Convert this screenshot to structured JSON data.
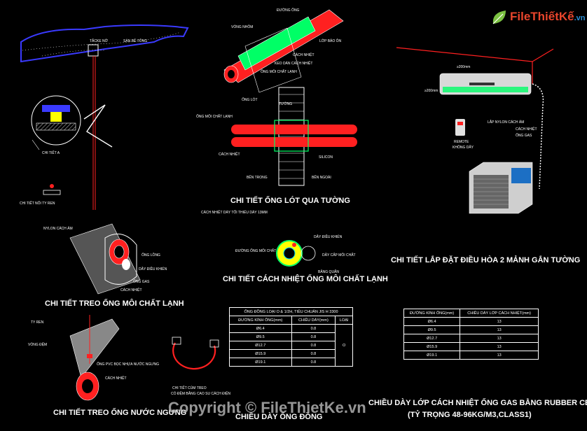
{
  "logo": {
    "text": "FileThiếtKế",
    "suffix": ".vn"
  },
  "watermark": "Copyright © FileThietKe.vn",
  "titles": {
    "hanger_refrigerant": "CHI TIẾT TREO ỐNG MÔI CHẤT LẠNH",
    "wall_sleeve": "CHI TIẾT ỐNG LÓT QUA TƯỜNG",
    "insulation": "CHI TIẾT CÁCH NHIỆT ỐNG MÔI CHẤT LẠNH",
    "split_install": "CHI TIẾT LẮP ĐẶT ĐIỀU HÒA 2 MẢNH GẮN TƯỜNG",
    "condensate_hanger": "CHI TIẾT TREO ỐNG NƯỚC NGƯNG",
    "copper_thickness": "CHIỀU DÀY ỐNG ĐỒNG",
    "rubber_insulation": "CHIỀU DÀY LỚP CÁCH NHIỆT ỐNG GAS BẰNG RUBBER CELL",
    "rubber_insulation_sub": "(TỶ TRỌNG 48-96KG/M3,CLASS1)"
  },
  "labels": {
    "ceiling_anchor": "TẮCKE NỞ",
    "concrete_floor": "SÀN BÊ TÔNG",
    "detail_a": "CHI TIẾT A",
    "threaded_rod_joint": "CHI TIẾT NỐI TY REN",
    "nylon_moisture": "NYLON CÁCH ẨM",
    "pipe_clamp": "ỐNG LỒNG",
    "control_wire": "DÂY ĐIỀU KHIỂN",
    "gas_pipe": "ỐNG GAS",
    "insulation_label": "CÁCH NHIỆT",
    "copper_pipe": "ĐƯỜNG ỐNG",
    "foam_ring": "VÒNG NHÔM",
    "insulation_layer": "LỚP BẢO ÔN",
    "adhesive_insulation": "KEO DÁN CÁCH NHIỆT",
    "insulation2": "CÁCH NHIỆT",
    "refrigerant_pipe": "ỐNG MÔI CHẤT LẠNH",
    "sleeve": "ỐNG LÓT",
    "wall": "TƯỜNG",
    "refrigerant_pipe2": "ỐNG MÔI CHẤT LẠNH",
    "insulation3": "CÁCH NHIỆT",
    "silicon": "SILICON",
    "inside": "BÊN TRONG",
    "outside": "BÊN NGOÀI",
    "min_insul": "CÁCH NHIỆT DÀY TỐI THIỂU DÀY 13MM",
    "refrig_pipe3": "ĐƯỜNG ỐNG MÔI CHẤT",
    "control_wire2": "DÂY ĐIỀU KHIỂN",
    "power_cable": "DÂY CẤP MÔI CHẤT",
    "wrap_tape": "BĂNG QUẤN",
    "clearance_top": "≥200mm",
    "clearance_side": "≥200mm",
    "nylon_wrap": "LẮP NYLON CÁCH ẨM",
    "insul_outer": "CÁCH NHIỆT",
    "gas_pipe2": "ỐNG GAS",
    "remote": "REMOTE",
    "wireless": "KHÔNG DÂY",
    "threaded_rod": "TY REN",
    "washer": "VÒNG ĐỆM",
    "pvc_pipe": "ỐNG PVC BỌC NHỰA NƯỚC NGƯNG",
    "insulation4": "CÁCH NHIỆT",
    "clamp_note1": "CHI TIẾT CÙM TREO",
    "clamp_note2": "CÓ ĐỆM BẰNG CAO SU CÁCH ĐIỆN"
  },
  "table_copper": {
    "caption": "ỐNG ĐỒNG LOẠI O & 1/2H, TIÊU CHUẨN JIS H 3300",
    "headers": [
      "ĐƯỜNG KÍNH ỐNG(mm)",
      "CHIỀU DÀY(mm)",
      "LOẠI"
    ],
    "rows": [
      [
        "Ø6.4",
        "0.8"
      ],
      [
        "Ø9.5",
        "0.8"
      ],
      [
        "Ø12.7",
        "0.8"
      ],
      [
        "Ø15.9",
        "0.8"
      ],
      [
        "Ø19.1",
        "0.8"
      ]
    ],
    "type_value": "O"
  },
  "table_rubber": {
    "headers": [
      "ĐƯỜNG KÍNH ỐNG(mm)",
      "CHIỀU DÀY LỚP CÁCH NHIỆT(mm)"
    ],
    "rows": [
      [
        "Ø6.4",
        "13"
      ],
      [
        "Ø9.5",
        "13"
      ],
      [
        "Ø12.7",
        "13"
      ],
      [
        "Ø15.9",
        "13"
      ],
      [
        "Ø19.1",
        "13"
      ]
    ]
  },
  "colors": {
    "red": "#ff2020",
    "blue": "#3a3aff",
    "green": "#00ff66",
    "yellow": "#ffff00",
    "cyan": "#00e0ff",
    "white": "#ffffff",
    "magenta": "#ff40ff"
  }
}
